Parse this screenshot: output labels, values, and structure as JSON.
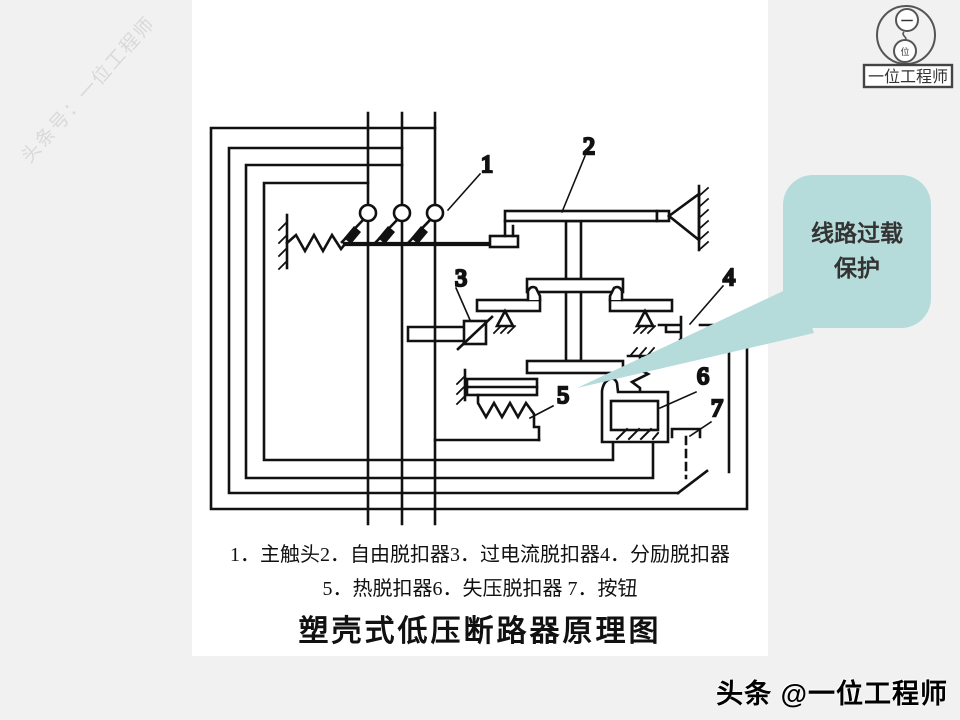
{
  "page": {
    "background": "#f1f1f1",
    "content_background": "#ffffff"
  },
  "watermark": {
    "text": "头条号：一位工程师"
  },
  "logo": {
    "circle_top_char": "一",
    "circle_bottom_char": "位",
    "banner": "一位工程师"
  },
  "callout": {
    "line1": "线路过载",
    "line2": "保护",
    "bg_color": "#b5dbdb"
  },
  "diagram": {
    "labels": {
      "1": "1",
      "2": "2",
      "3": "3",
      "4": "4",
      "5": "5",
      "6": "6",
      "7": "7"
    }
  },
  "caption": {
    "line1": "1．主触头2．自由脱扣器3．过电流脱扣器4．分励脱扣器",
    "line2": "5．热脱扣器6．失压脱扣器 7．按钮",
    "title": "塑壳式低压断路器原理图"
  },
  "footer": {
    "text": "头条 @一位工程师"
  }
}
